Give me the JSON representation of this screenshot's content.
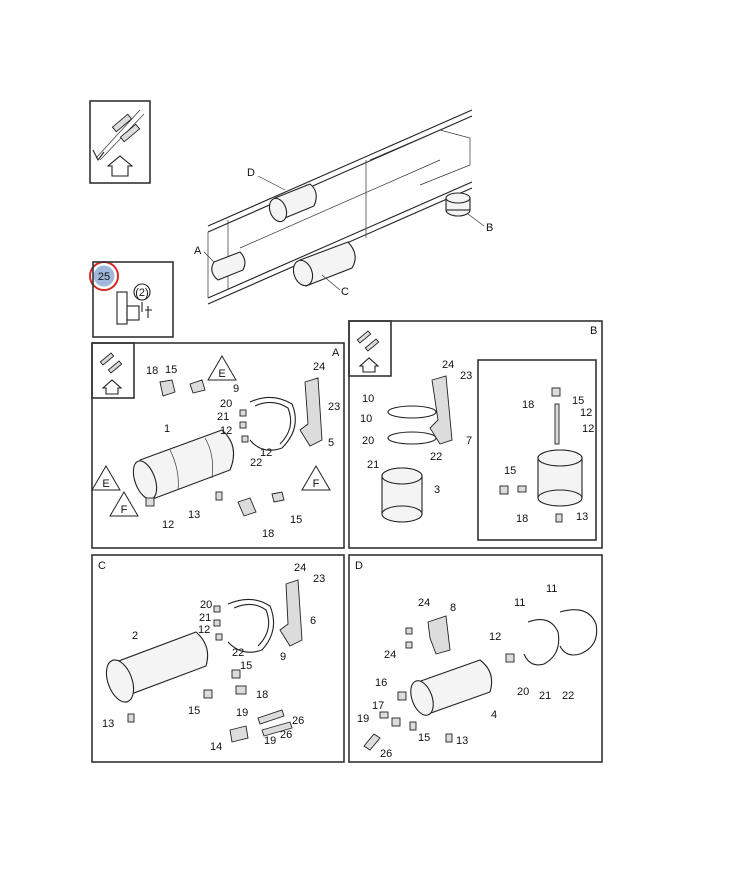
{
  "badge": {
    "number": "25",
    "color": "#9fb8dc",
    "ring_color": "#d42a2a"
  },
  "side_icon": {
    "text": "(2)"
  },
  "overview": {
    "callouts": {
      "a": "A",
      "b": "B",
      "c": "C",
      "d": "D"
    }
  },
  "panel_a": {
    "title": "A",
    "callouts": [
      "18",
      "15",
      "24",
      "9",
      "20",
      "21",
      "12",
      "23",
      "1",
      "5",
      "22",
      "12",
      "13",
      "15",
      "18",
      "12"
    ],
    "markers": [
      "E",
      "E",
      "F",
      "F"
    ]
  },
  "panel_b": {
    "title": "B",
    "callouts": [
      "10",
      "24",
      "23",
      "10",
      "7",
      "20",
      "21",
      "22",
      "3",
      "18",
      "15",
      "12",
      "12",
      "15",
      "18",
      "13"
    ]
  },
  "panel_c": {
    "title": "C",
    "callouts": [
      "24",
      "23",
      "20",
      "21",
      "12",
      "6",
      "2",
      "22",
      "9",
      "15",
      "18",
      "15",
      "13",
      "19",
      "26",
      "19",
      "26",
      "14"
    ]
  },
  "panel_d": {
    "title": "D",
    "callouts": [
      "24",
      "8",
      "11",
      "11",
      "12",
      "24",
      "16",
      "20",
      "21",
      "22",
      "17",
      "19",
      "4",
      "15",
      "13",
      "26"
    ]
  }
}
